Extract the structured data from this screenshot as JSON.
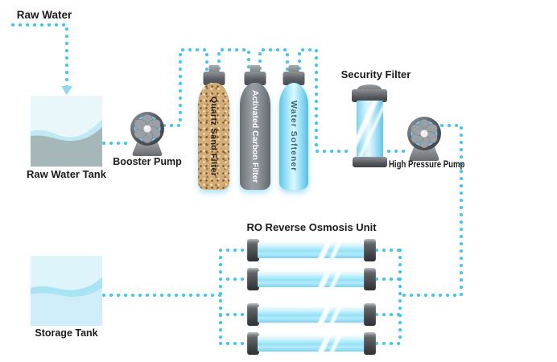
{
  "colors": {
    "pipe": "#3fc8f0",
    "pipe_arrow": "#8fd9f3",
    "label": "#1b1b1b",
    "raw_tank_water": "#bfe9f3",
    "raw_tank_gray": "#a6b7b9",
    "storage_tank_water": "#a9e4f3",
    "sand_filter": "#d2ae7c",
    "carbon_filter": "#8d9398",
    "softener_blue": "#a5e6f9",
    "glass_blue": "#93e1f8",
    "cap_gray": "#5a5e62"
  },
  "labels": {
    "raw_water": "Raw Water",
    "raw_water_tank": "Raw Water Tank",
    "booster_pump": "Booster Pump",
    "quartz_sand_filter": "Quartz Sand Filter",
    "activated_carbon_filter": "Activated Carbon Filter",
    "water_softener": "Water Softener",
    "security_filter": "Security Filter",
    "high_pressure_pump": "High Pressure Pump",
    "ro_unit_title": "RO Reverse Osmosis Unit",
    "storage_tank": "Storage Tank"
  },
  "diagram": {
    "type": "process-flow",
    "pipe_style": "dotted",
    "ro_membrane_count": 4,
    "flow_sequence": [
      "Raw Water",
      "Raw Water Tank",
      "Booster Pump",
      "Quartz Sand Filter",
      "Activated Carbon Filter",
      "Water Softener",
      "Security Filter",
      "High Pressure Pump",
      "RO Reverse Osmosis Unit",
      "Storage Tank"
    ]
  }
}
